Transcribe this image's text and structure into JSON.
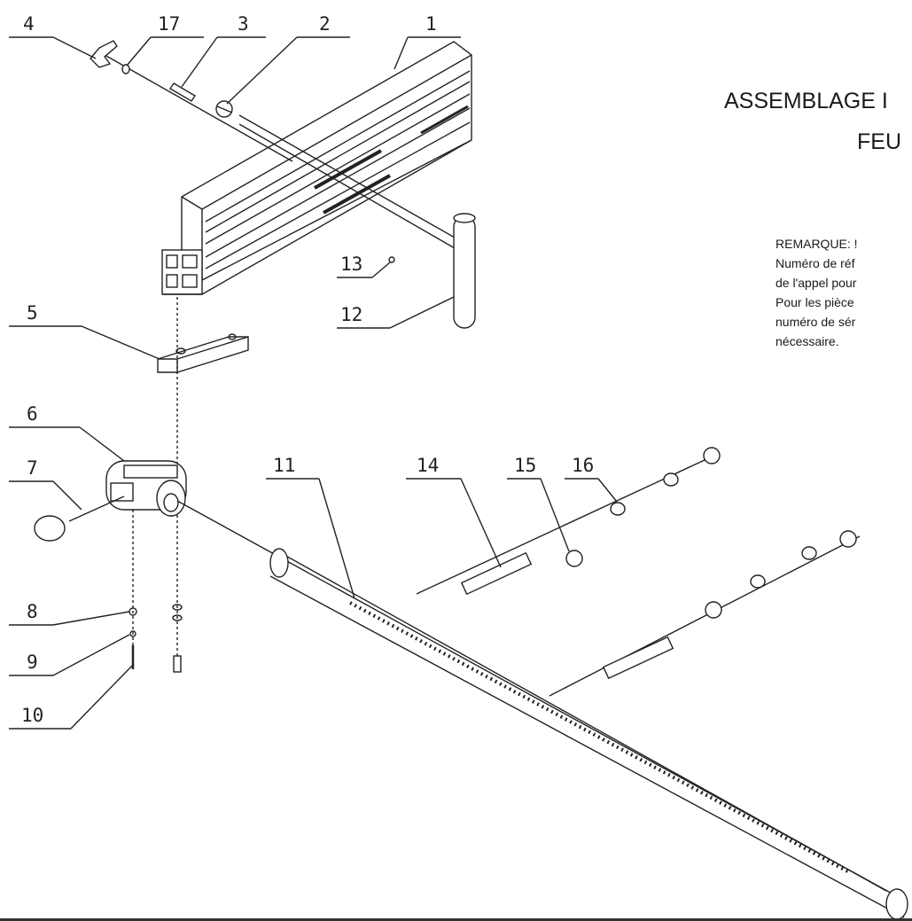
{
  "title": {
    "line1": "ASSEMBLAGE I",
    "line2": "FEU"
  },
  "note": {
    "lines": [
      "REMARQUE: !",
      "Numéro de réf",
      "de l'appel pour",
      "Pour les pièce",
      "numéro de sér",
      "nécessaire."
    ]
  },
  "callouts": {
    "n1": "1",
    "n2": "2",
    "n3": "3",
    "n4": "4",
    "n5": "5",
    "n6": "6",
    "n7": "7",
    "n8": "8",
    "n9": "9",
    "n10": "10",
    "n11": "11",
    "n12": "12",
    "n13": "13",
    "n14": "14",
    "n15": "15",
    "n16": "16",
    "n17": "17"
  },
  "colors": {
    "ink": "#222222",
    "paper": "#ffffff"
  }
}
